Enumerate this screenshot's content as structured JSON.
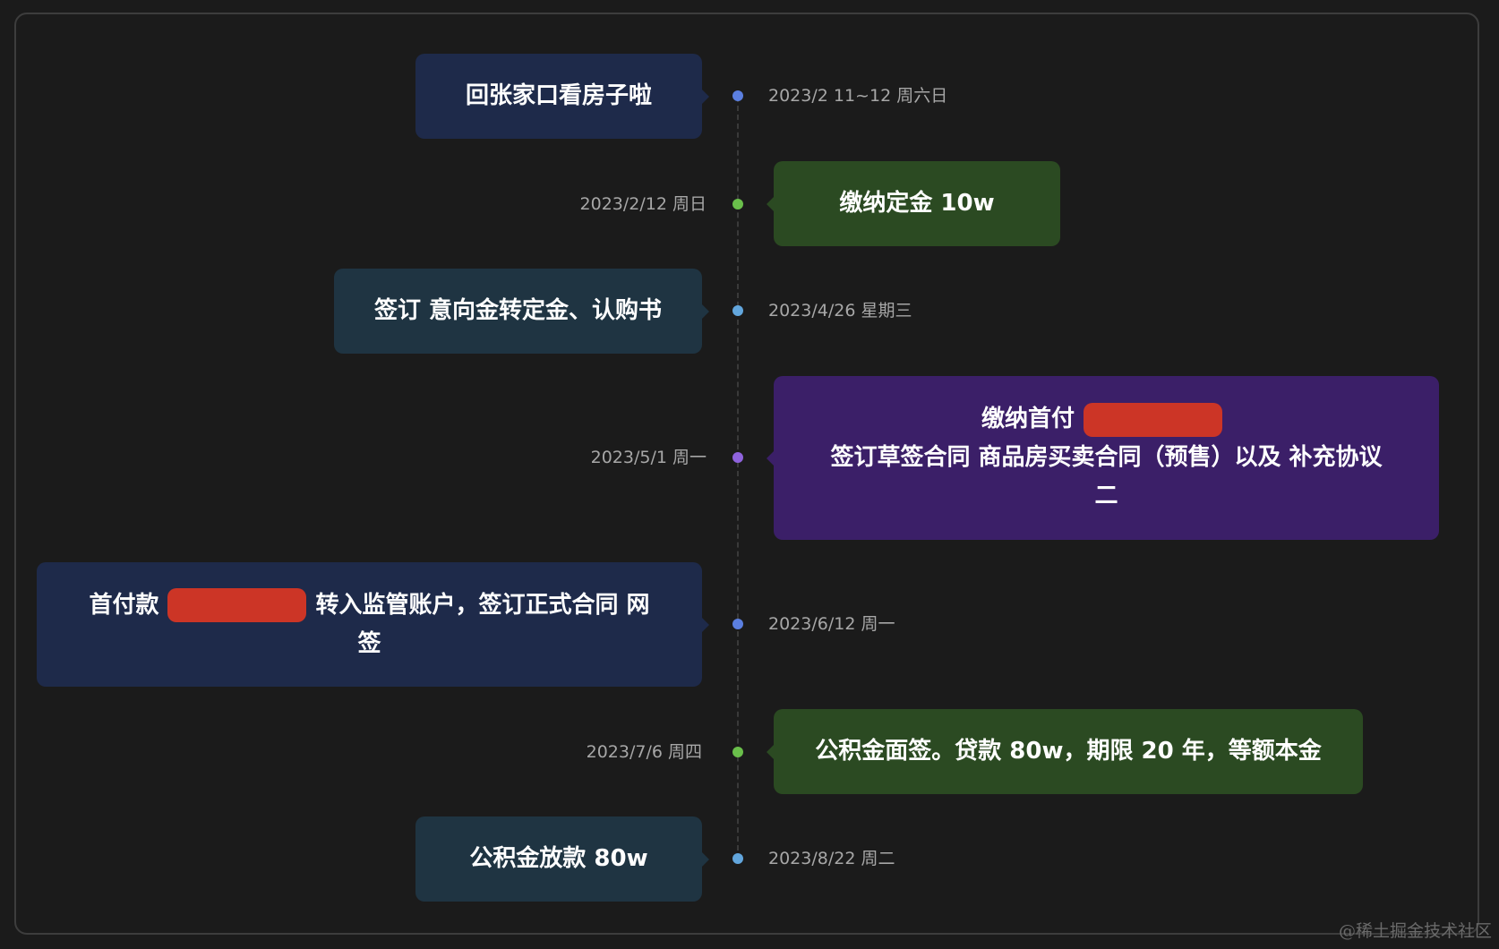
{
  "colors": {
    "background": "#1b1b1b",
    "navy": "#1e2a4a",
    "green": "#2b4a22",
    "teal": "#1f3442",
    "purple": "#3b1f68",
    "redaction": "#cc3526",
    "dot_blue": "#5b7fe0",
    "dot_green": "#6abf4b",
    "dot_lightblue": "#62a6dd",
    "dot_purple": "#8f63dd"
  },
  "events": [
    {
      "date": "2023/2 11~12 周六日",
      "text": "回张家口看房子啦"
    },
    {
      "date": "2023/2/12 周日",
      "text": "缴纳定金 10w"
    },
    {
      "date": "2023/4/26 星期三",
      "text": "签订 意向金转定金、认购书"
    },
    {
      "date": "2023/5/1 周一",
      "text_line1": "缴纳首付",
      "text_line2": "签订草签合同 商品房买卖合同（预售）以及 补充协议",
      "text_line3": "二"
    },
    {
      "date": "2023/6/12 周一",
      "text_line1_before": "首付款",
      "text_line1_after": "转入监管账户，签订正式合同 网",
      "text_line2": "签"
    },
    {
      "date": "2023/7/6 周四",
      "text": "公积金面签。贷款 80w，期限 20 年，等额本金"
    },
    {
      "date": "2023/8/22 周二",
      "text": "公积金放款 80w"
    }
  ],
  "watermark": "@稀土掘金技术社区"
}
